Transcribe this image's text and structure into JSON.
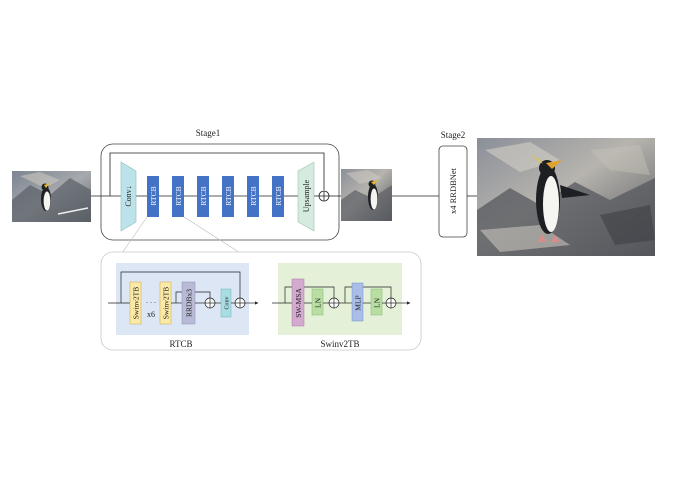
{
  "stage1": {
    "title": "Stage1",
    "conv_down": "Conv↓",
    "rtcb_blocks": [
      "RTCB",
      "RTCB",
      "RTCB",
      "RTCB",
      "RTCB",
      "RTCB"
    ],
    "upsample": "Upsample"
  },
  "stage2": {
    "title": "Stage2",
    "net_label": "x4  RRDBNet"
  },
  "rtcb_detail": {
    "title": "RTCB",
    "swin_a": "Swinv2TB",
    "swin_b": "Swinv2TB",
    "dots": "· · ·",
    "repeat": "x6",
    "rrdb": "RRDBx3",
    "conv": "Conv"
  },
  "swinv2tb_detail": {
    "title": "Swinv2TB",
    "sw_msa": "SW-MSA",
    "ln_1": "LN",
    "mlp": "MLP",
    "ln_2": "LN"
  },
  "colors": {
    "rtcb_block": "#4472c4",
    "conv_block": "#bde3ea",
    "upsample_block": "#d6ebdf",
    "rtcb_panel": "#dce6f5",
    "swin_panel": "#e4f1d8",
    "swin_block": "#fbe9a8",
    "rrdb_block": "#b9bbd6",
    "small_conv": "#a8dde3",
    "sw_msa": "#d3a9cf",
    "ln": "#b9dea4",
    "mlp": "#a9bde8"
  },
  "images": {
    "input": "penguin-low-res-photo",
    "intermediate": "penguin-intermediate-photo",
    "output": "penguin-high-res-photo"
  }
}
